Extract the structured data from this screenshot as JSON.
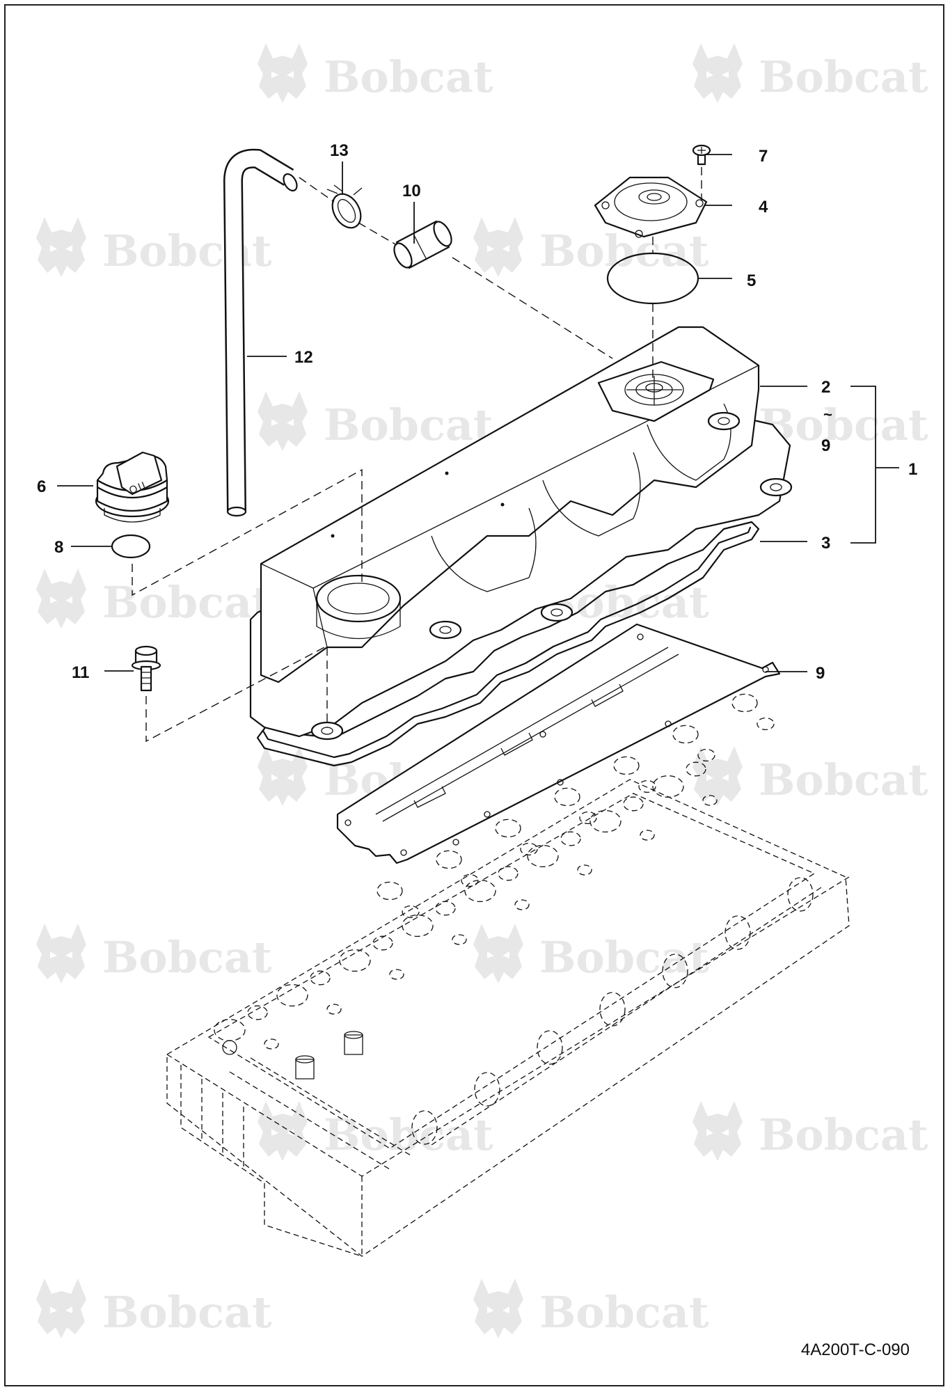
{
  "diagram": {
    "reference_code": "4A200T-C-090",
    "watermark": {
      "brand": "Bobcat",
      "registered_mark": "®"
    },
    "valve_cover_label": "OIL",
    "callouts": [
      {
        "id": "c1",
        "label": "1"
      },
      {
        "id": "c2",
        "label": "2"
      },
      {
        "id": "c2-tilde",
        "label": "~"
      },
      {
        "id": "c2-9",
        "label": "9"
      },
      {
        "id": "c3",
        "label": "3"
      },
      {
        "id": "c4",
        "label": "4"
      },
      {
        "id": "c5",
        "label": "5"
      },
      {
        "id": "c6",
        "label": "6"
      },
      {
        "id": "c7",
        "label": "7"
      },
      {
        "id": "c8",
        "label": "8"
      },
      {
        "id": "c9",
        "label": "9"
      },
      {
        "id": "c10",
        "label": "10"
      },
      {
        "id": "c11",
        "label": "11"
      },
      {
        "id": "c12",
        "label": "12"
      },
      {
        "id": "c13",
        "label": "13"
      }
    ]
  }
}
